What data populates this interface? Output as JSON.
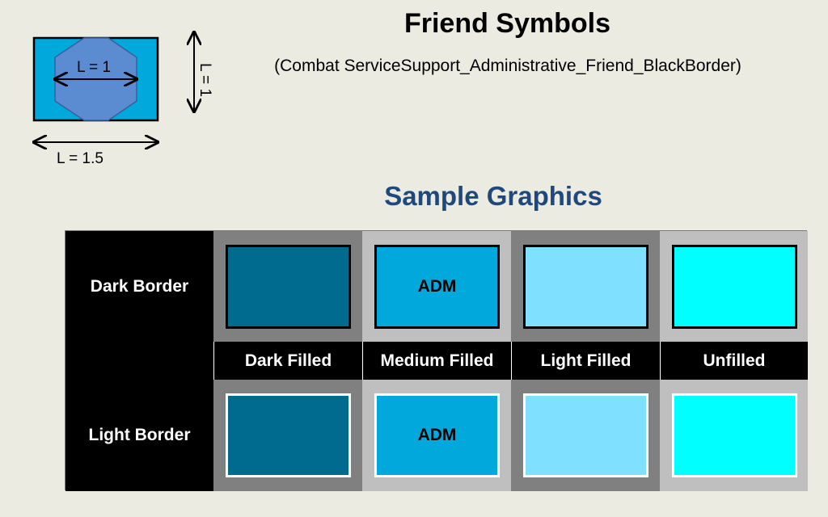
{
  "header": {
    "title": "Friend Symbols",
    "subtitle": "(Combat ServiceSupport_Administrative_Friend_BlackBorder)"
  },
  "diagram": {
    "inner_label": "L = 1",
    "height_label": "L = 1",
    "width_label": "L = 1.5",
    "frame_fill": "#00a8dc",
    "octagon_fill": "#5b8cd1"
  },
  "sample": {
    "title": "Sample Graphics",
    "row_headers": [
      "Dark Border",
      "",
      "Light Border"
    ],
    "column_headers": [
      "Dark Filled",
      "Medium Filled",
      "Light Filled",
      "Unfilled"
    ],
    "symbol_text": [
      "",
      "ADM",
      "",
      ""
    ],
    "fill_colors": [
      "#006b8f",
      "#00a8dc",
      "#80e0ff",
      "#00ffff"
    ],
    "cell_backgrounds": [
      "#808080",
      "#bfbfbf",
      "#808080",
      "#bfbfbf"
    ],
    "dark_border_color": "#000000",
    "light_border_color": "#ffffff"
  }
}
